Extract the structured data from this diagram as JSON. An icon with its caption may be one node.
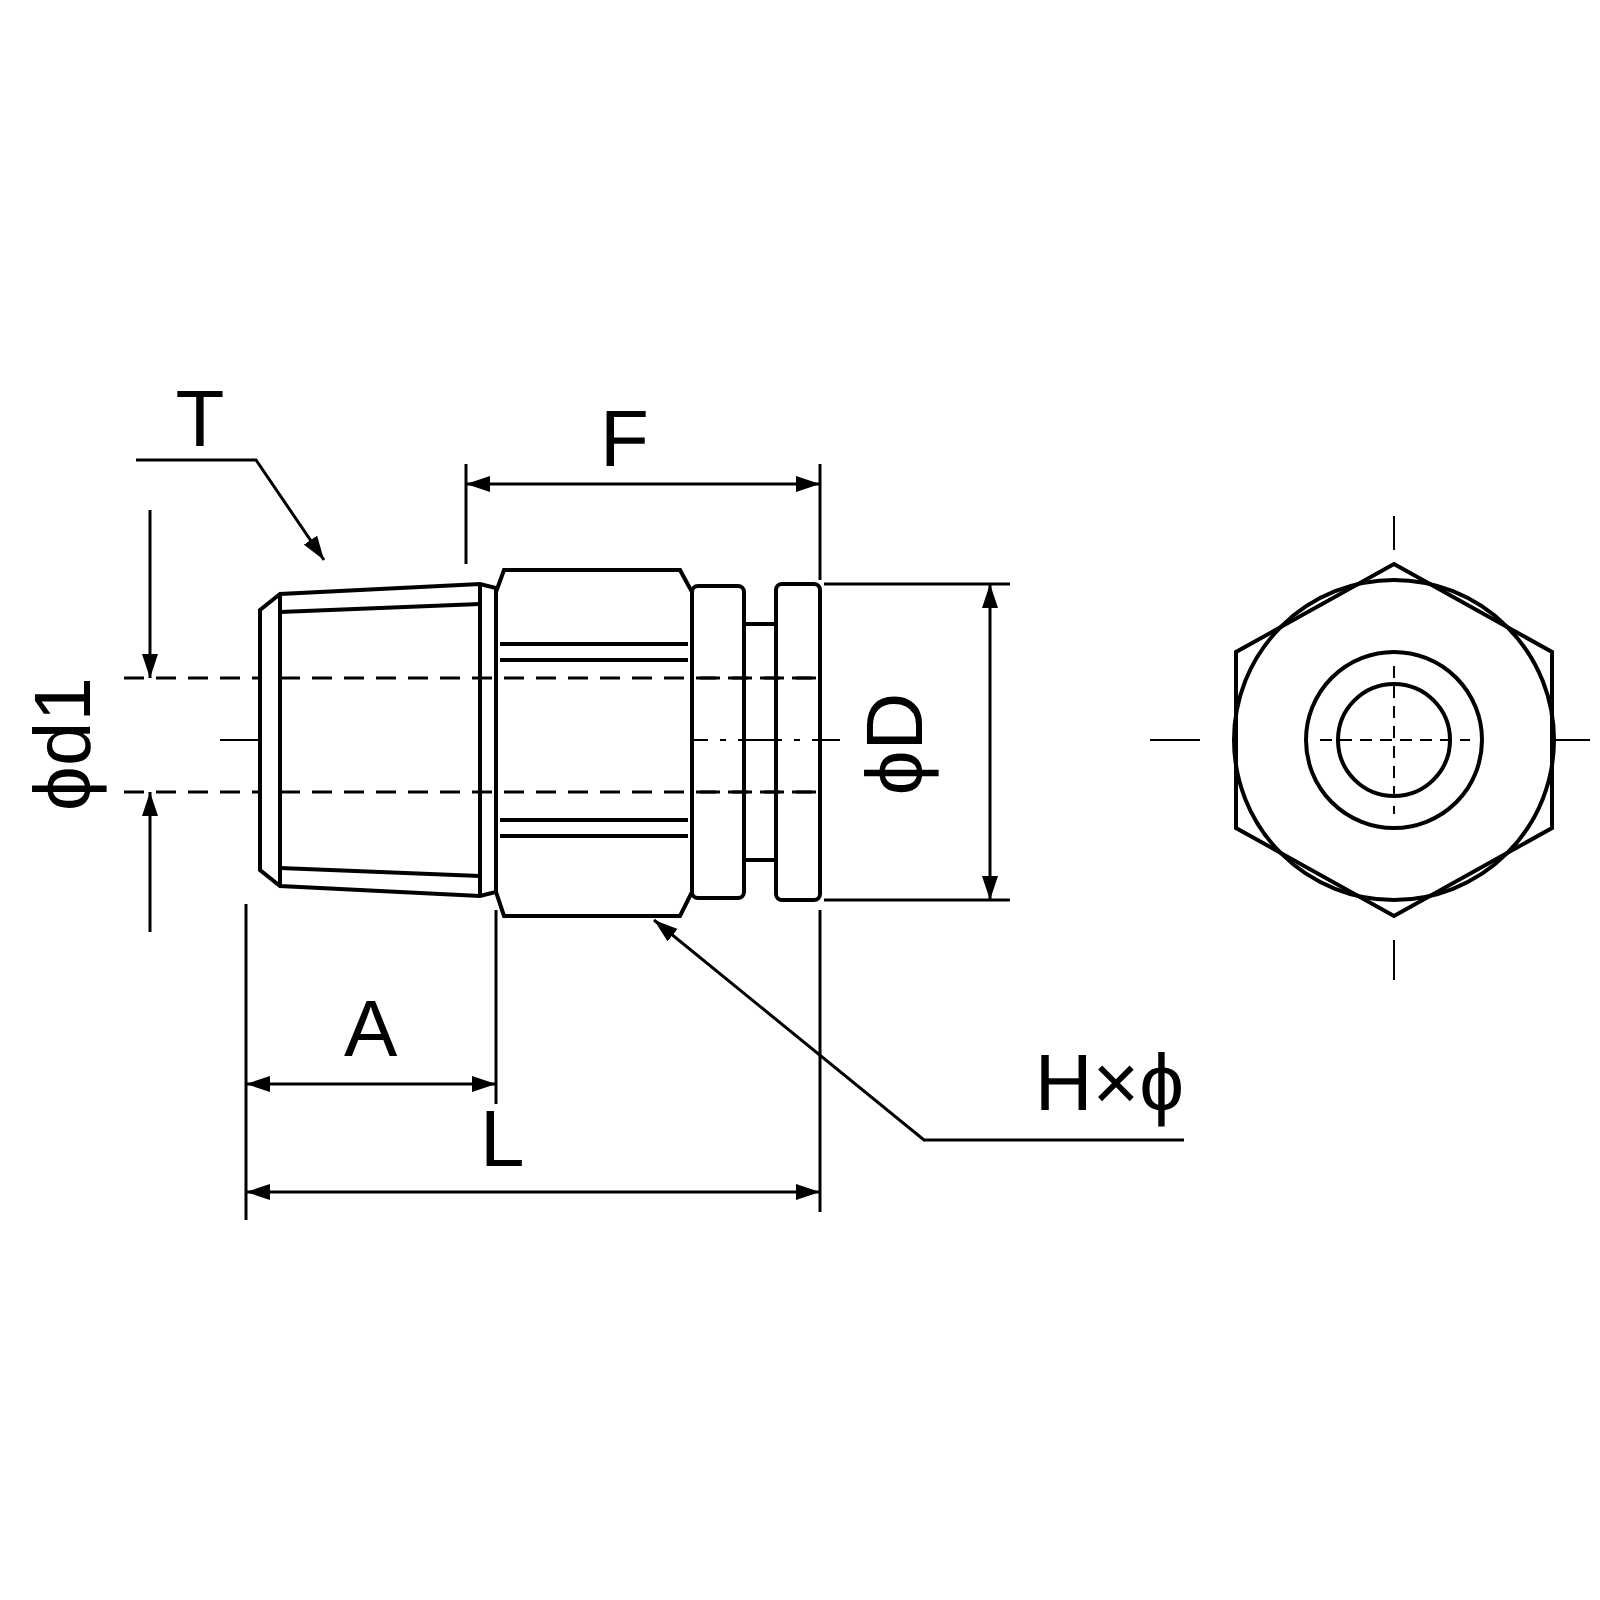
{
  "diagram": {
    "nodes": [
      {
        "text": [
          "T"
        ]
      },
      {
        "text": [],
        "shape": "box"
      },
      {
        "text": [
          "H×ϕ"
        ]
      },
      {
        "text": [],
        "shape": "box"
      }
    ],
    "edges": [
      {
        "from": 0,
        "to": 1,
        "arrow": "to"
      },
      {
        "from": 2,
        "to": 3,
        "arrow": "to"
      }
    ],
    "labels": [
      "F",
      "ϕd1",
      "ϕD",
      "A",
      "L"
    ]
  }
}
